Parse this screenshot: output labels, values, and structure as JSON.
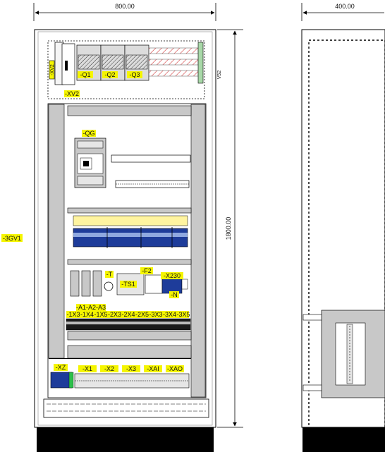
{
  "dimensions": {
    "front_width": "800.00",
    "side_width": "400.00",
    "height": "1800.00"
  },
  "labels": {
    "panel": "-3GV1",
    "top_rail": "-XV2",
    "left_terminal": "-XV2",
    "side_top_tag": "V52",
    "main_breaker": "-QG",
    "breakers": [
      "-Q1",
      "-Q2",
      "-Q3"
    ],
    "fuse": "-F2",
    "relay_a": "-T",
    "transformer": "-TS1",
    "terminal_x230": "-X230",
    "terminal_n": "-N",
    "group_a": "-A1-A2-A3",
    "row_terminals": [
      "-1X3",
      "-1X4",
      "-1X5",
      "-2X3",
      "-2X4",
      "-2X5",
      "-3X3",
      "-3X4",
      "-3X5"
    ],
    "xz": "-XZ",
    "bottom_terminals": [
      "-X1",
      "-X2",
      "-X3",
      "-XAI",
      "-XAO"
    ]
  },
  "colors": {
    "label_bg": "#f5f500",
    "frame_gray": "#c8c8c8",
    "device_blue": "#1e3c9a",
    "black": "#000000"
  }
}
